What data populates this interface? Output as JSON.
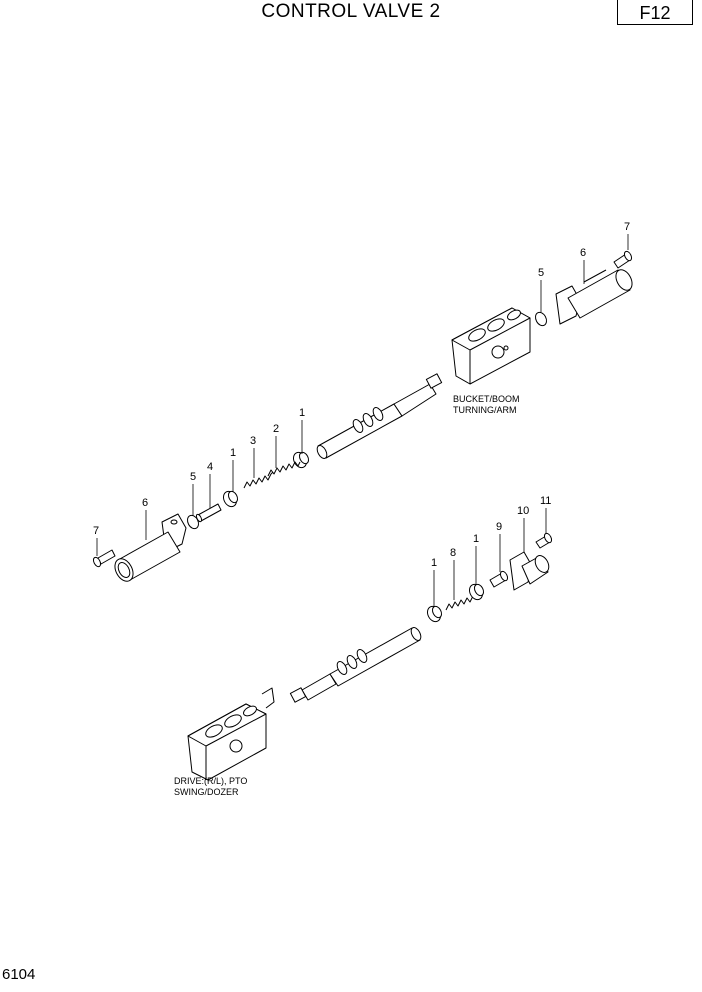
{
  "header": {
    "title": "CONTROL VALVE 2",
    "page_code": "F12"
  },
  "footer": {
    "page_number": "6104"
  },
  "callouts": {
    "upper": [
      "1",
      "2",
      "3",
      "1",
      "4",
      "5",
      "6",
      "7",
      "5",
      "6",
      "7"
    ],
    "lower": [
      "1",
      "8",
      "1",
      "9",
      "10",
      "11"
    ]
  },
  "captions": {
    "upper_line1": "BUCKET/BOOM",
    "upper_line2": "TURNING/ARM",
    "lower_line1": "DRIVE:(R/L), PTO",
    "lower_line2": "SWING/DOZER"
  }
}
